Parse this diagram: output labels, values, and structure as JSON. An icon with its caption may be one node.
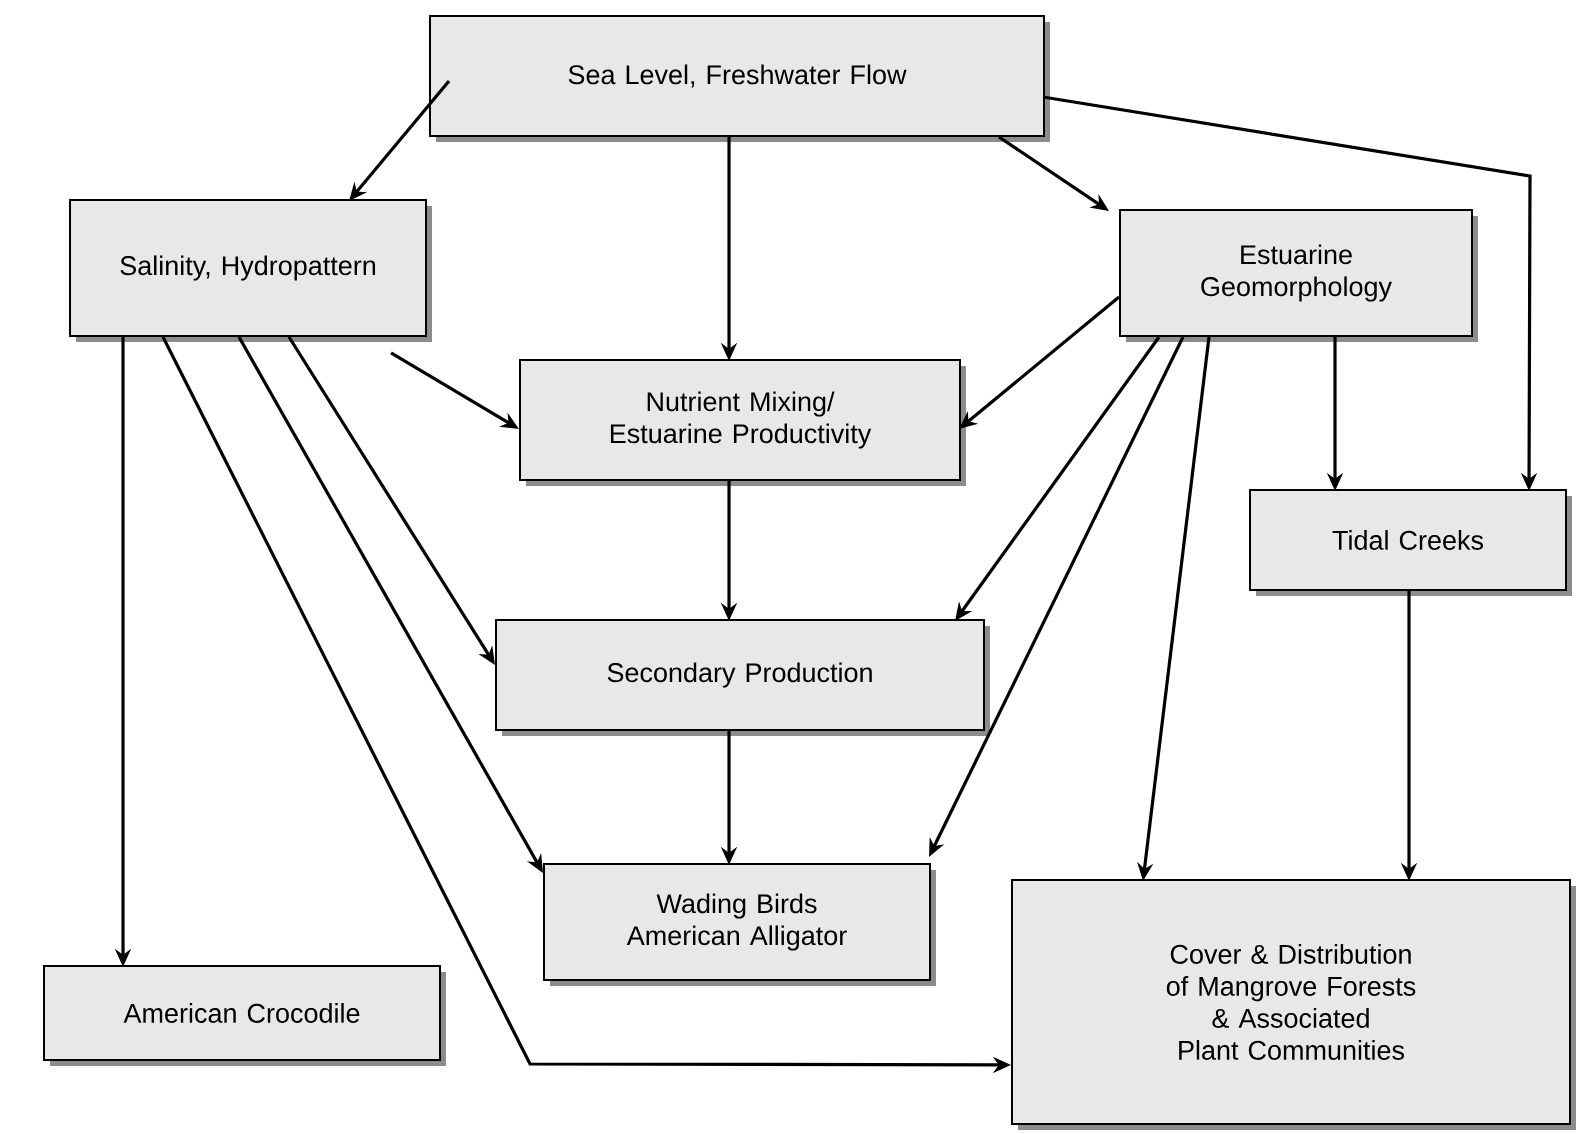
{
  "diagram": {
    "nodes": [
      {
        "text": [
          "Sea Level, Freshwater Flow"
        ]
      },
      {
        "text": [
          "Salinity, Hydropattern"
        ]
      },
      {
        "text": [
          "Estuarine Geomorphology"
        ]
      },
      {
        "text": [
          "Nutrient Mixing/ Estuarine Productivity"
        ]
      },
      {
        "text": [
          "Tidal Creeks"
        ]
      },
      {
        "text": [
          "Secondary Production"
        ]
      },
      {
        "text": [
          "Wading Birds American Alligator"
        ]
      },
      {
        "text": [
          "American Crocodile"
        ]
      },
      {
        "text": [
          "Cover & Distribution of Mangrove Forests & Associated Plant Communities"
        ]
      }
    ],
    "edges": [
      {
        "from": 0,
        "to": 1,
        "arrow": "to"
      },
      {
        "from": 0,
        "to": 3,
        "arrow": "to"
      },
      {
        "from": 0,
        "to": 2,
        "arrow": "to"
      },
      {
        "from": 0,
        "to": 4,
        "arrow": "to"
      },
      {
        "from": 1,
        "to": 7,
        "arrow": "to"
      },
      {
        "from": 1,
        "to": 3,
        "arrow": "to"
      },
      {
        "from": 1,
        "to": 5,
        "arrow": "to"
      },
      {
        "from": 1,
        "to": 6,
        "arrow": "to"
      },
      {
        "from": 1,
        "to": 8,
        "arrow": "to"
      },
      {
        "from": 2,
        "to": 3,
        "arrow": "to"
      },
      {
        "from": 2,
        "to": 5,
        "arrow": "to"
      },
      {
        "from": 2,
        "to": 6,
        "arrow": "to"
      },
      {
        "from": 2,
        "to": 4,
        "arrow": "to"
      },
      {
        "from": 2,
        "to": 8,
        "arrow": "to"
      },
      {
        "from": 3,
        "to": 5,
        "arrow": "to"
      },
      {
        "from": 5,
        "to": 6,
        "arrow": "to"
      },
      {
        "from": 4,
        "to": 8,
        "arrow": "to"
      }
    ]
  }
}
